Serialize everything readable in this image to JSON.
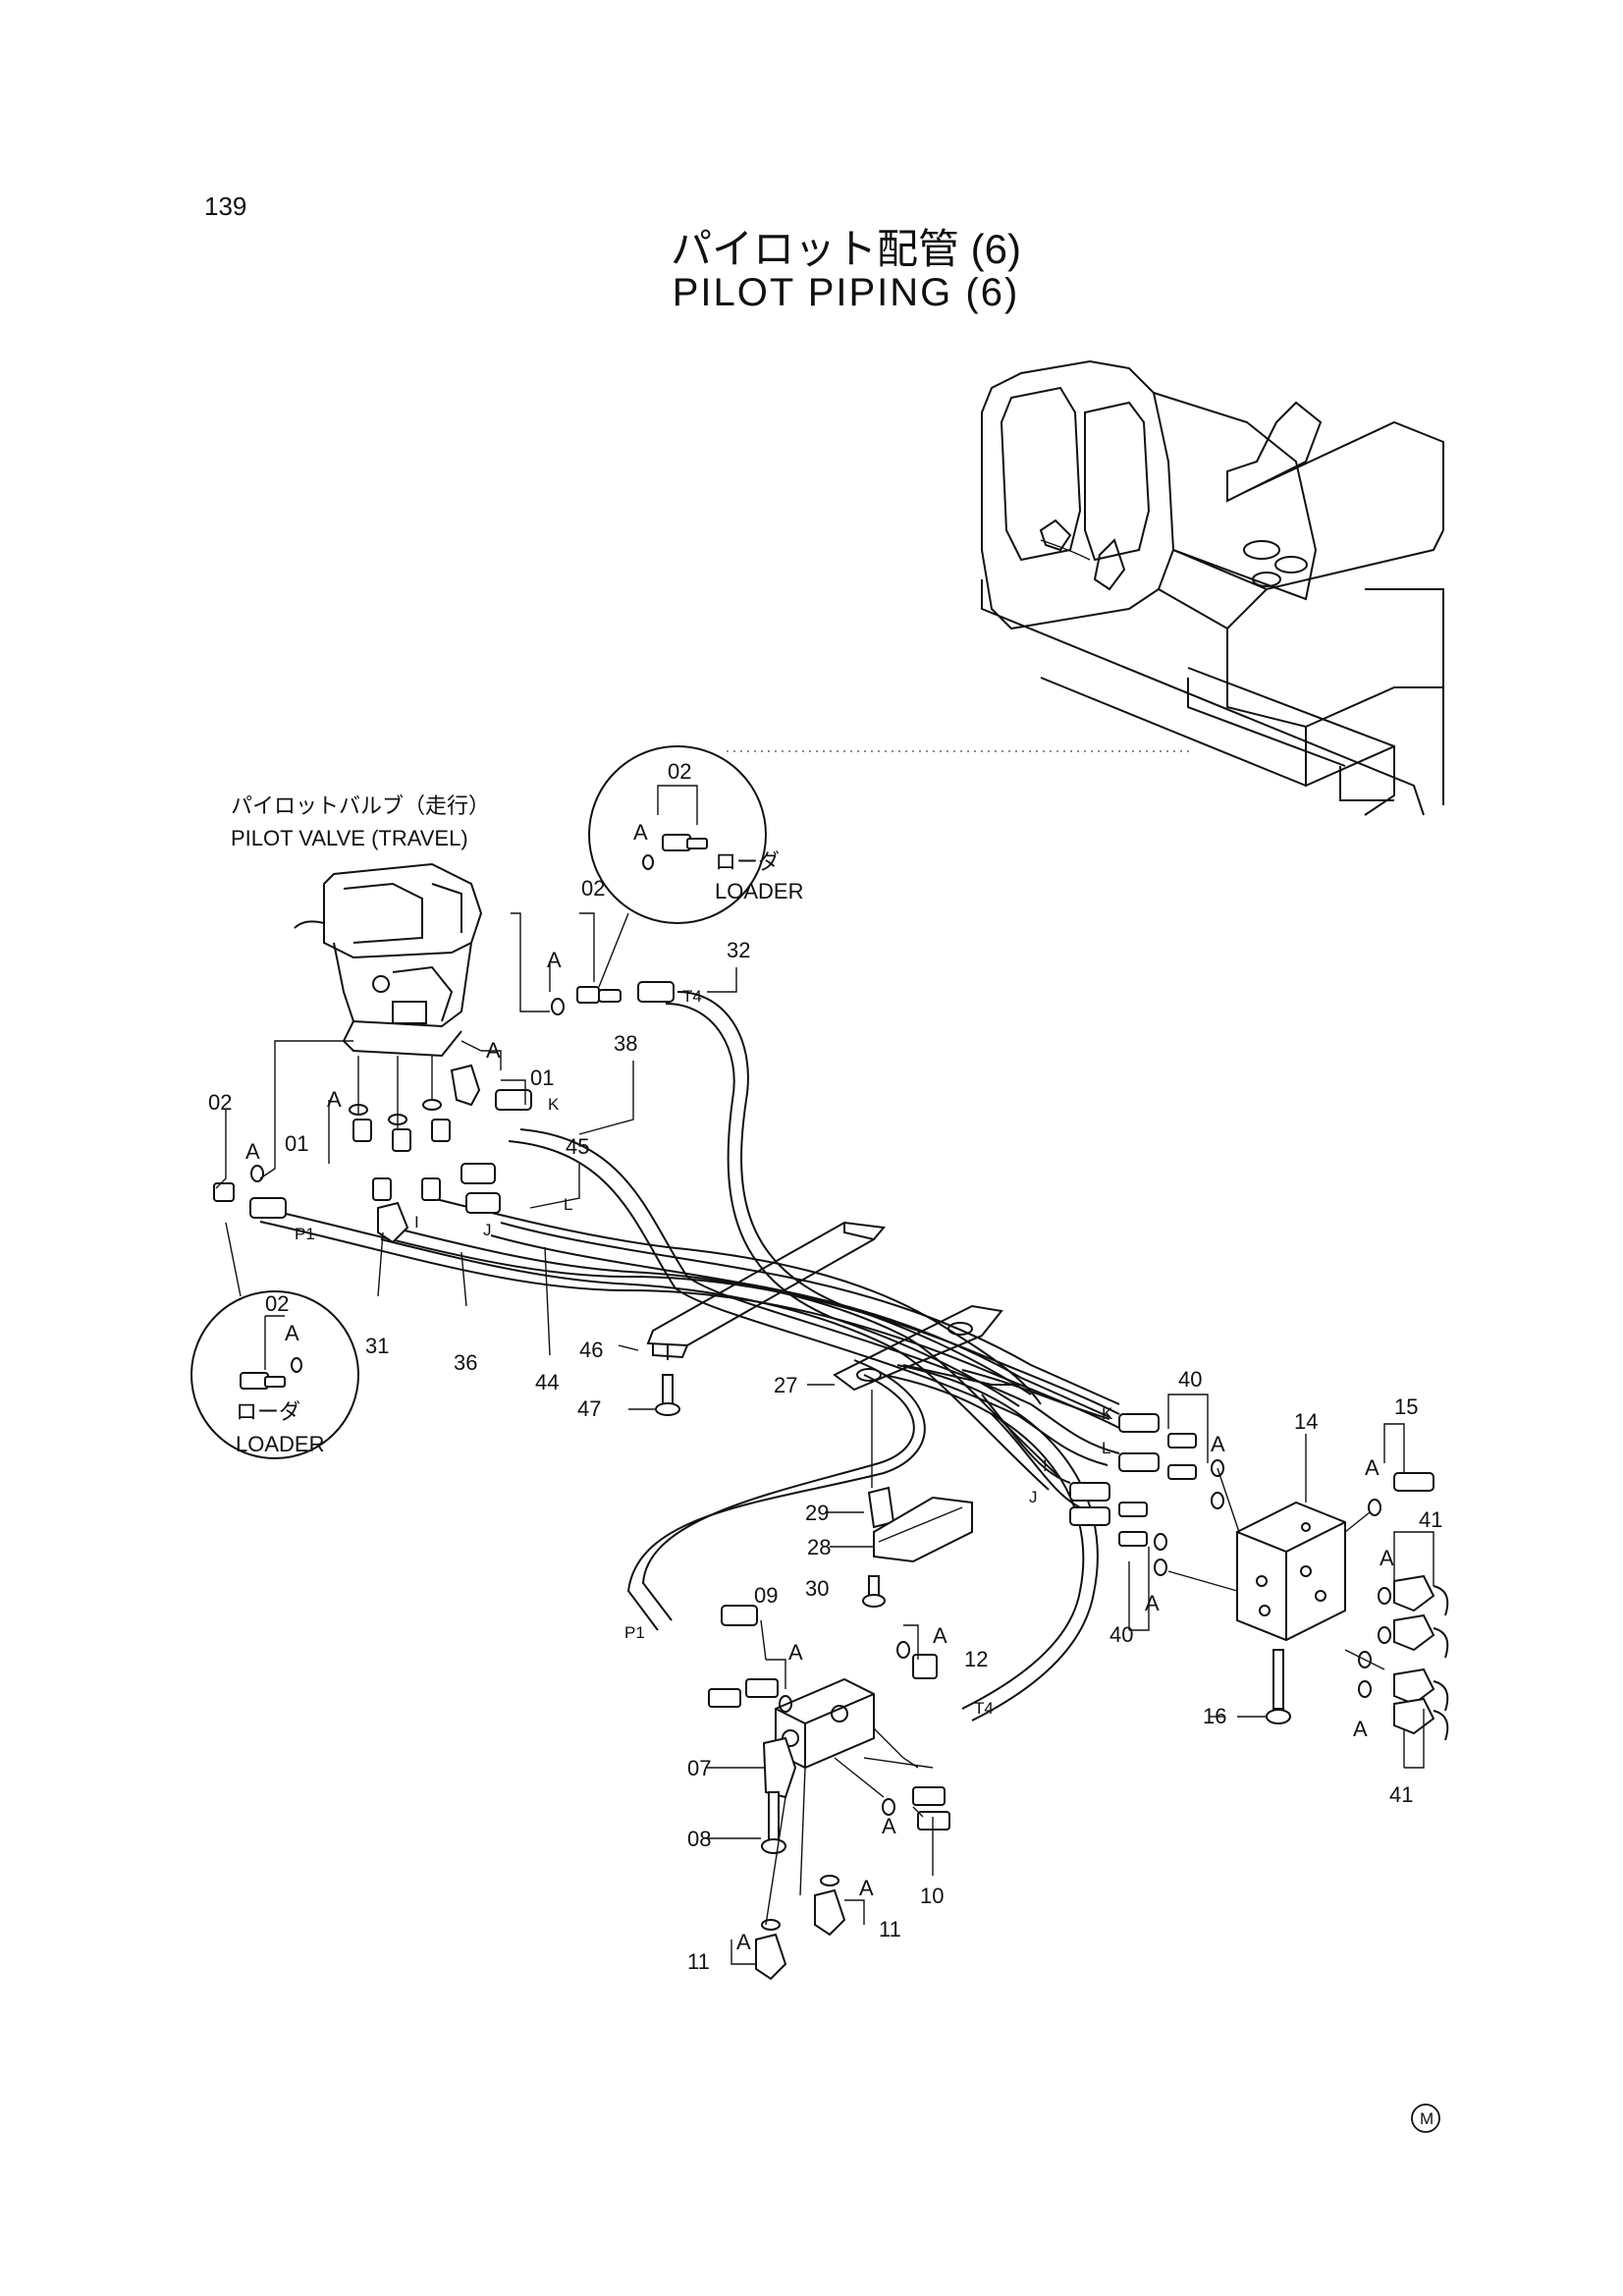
{
  "page_number": "139",
  "title_jp": "パイロット配管 (6)",
  "title_en": "PILOT PIPING (6)",
  "pilot_valve_jp": "パイロットバルブ（走行）",
  "pilot_valve_en": "PILOT VALVE (TRAVEL)",
  "loader_jp": "ローダ",
  "loader_en": "LOADER",
  "o_ring_ref": "A",
  "port_labels": {
    "p1": "P1",
    "t4": "T4",
    "k": "K",
    "l": "L",
    "i": "I",
    "j": "J"
  },
  "part_numbers": {
    "p01": "01",
    "p02": "02",
    "p07": "07",
    "p08": "08",
    "p09": "09",
    "p10": "10",
    "p11": "11",
    "p12": "12",
    "p14": "14",
    "p15": "15",
    "p16": "16",
    "p27": "27",
    "p28": "28",
    "p29": "29",
    "p30": "30",
    "p31": "31",
    "p32": "32",
    "p36": "36",
    "p38": "38",
    "p40": "40",
    "p41": "41",
    "p44": "44",
    "p45": "45",
    "p46": "46",
    "p47": "47"
  },
  "maker_mark": "M"
}
